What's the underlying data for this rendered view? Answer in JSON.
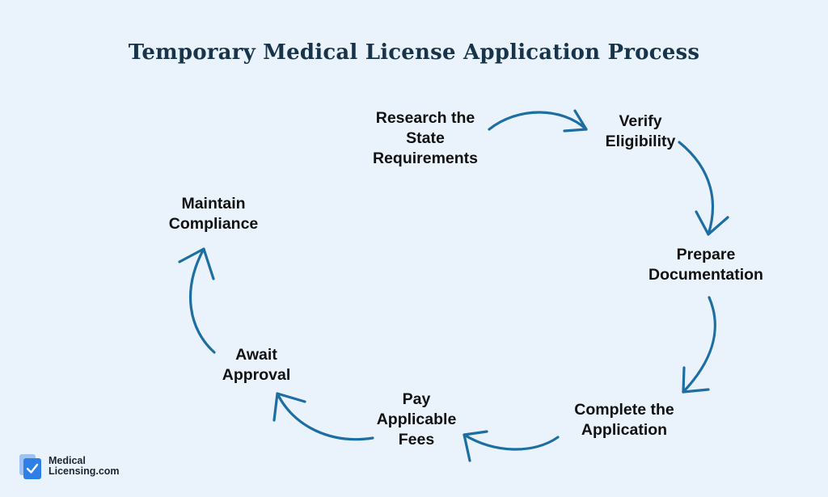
{
  "title": "Temporary Medical License Application Process",
  "steps": [
    {
      "lines": [
        "Research the",
        "State",
        "Requirements"
      ]
    },
    {
      "lines": [
        "Verify",
        "Eligibility"
      ]
    },
    {
      "lines": [
        "Prepare",
        "Documentation"
      ]
    },
    {
      "lines": [
        "Complete the",
        "Application"
      ]
    },
    {
      "lines": [
        "Pay",
        "Applicable",
        "Fees"
      ]
    },
    {
      "lines": [
        "Await",
        "Approval"
      ]
    },
    {
      "lines": [
        "Maintain",
        "Compliance"
      ]
    }
  ],
  "logo": {
    "line1": "Medical",
    "line2": "Licensing.com"
  },
  "colors": {
    "arrow": "#1d6ea3",
    "title": "#17344a",
    "background": "#eaf3fb",
    "logo": "#2f80e6"
  }
}
